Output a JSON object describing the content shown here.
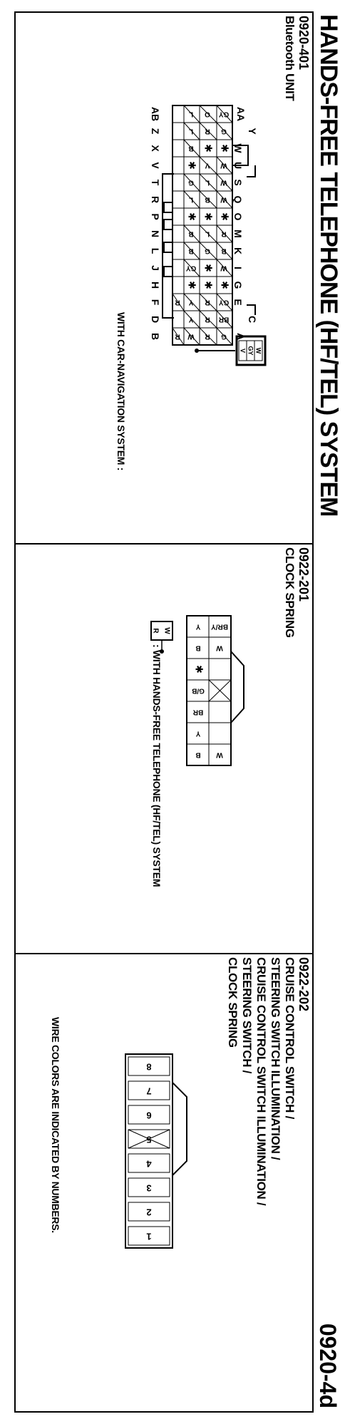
{
  "page": {
    "title": "HANDS-FREE TELEPHONE (HF/TEL) SYSTEM",
    "page_id": "0920-4d"
  },
  "connectors": [
    {
      "code": "0920-401",
      "name": "Bluetooth UNIT",
      "note": "WITH CAR-NAVIGATION SYSTEM :",
      "top_letters": [
        "AA",
        "Y",
        "W",
        "U",
        "S",
        "Q",
        "O",
        "M",
        "K",
        "I",
        "G",
        "E",
        "C",
        "A"
      ],
      "bottom_letters": [
        "AB",
        "Z",
        "X",
        "V",
        "T",
        "R",
        "P",
        "N",
        "L",
        "J",
        "H",
        "F",
        "D",
        "B"
      ],
      "top_wires": [
        "GY",
        "G",
        "*",
        "W",
        "W",
        "W",
        "*",
        "R",
        "B",
        "W",
        "*",
        "GY",
        "BR",
        "G"
      ],
      "top_stripes": [
        "",
        "",
        "",
        "",
        "",
        "",
        "",
        "",
        "",
        "",
        "",
        "",
        "",
        ""
      ],
      "upper_wires": [
        "O",
        "R",
        "*",
        "V",
        "L",
        "B",
        "*",
        "L",
        "G",
        "*",
        "*",
        "R",
        "R",
        "R"
      ],
      "lower_wires": [
        "L",
        "L",
        "B",
        "*",
        "G",
        "L",
        "*",
        "B",
        "B",
        "GY",
        "*",
        "Y",
        "Y",
        "W"
      ],
      "bottom_wires": [
        "",
        "",
        "",
        "",
        "",
        "",
        "",
        "",
        "",
        "",
        "",
        "R",
        "",
        "R"
      ],
      "inset_wires": [
        "W",
        "GY",
        "V"
      ]
    },
    {
      "code": "0922-201",
      "name": "CLOCK SPRING",
      "note": ": WITH HANDS-FREE TELEPHONE (HF/TEL) SYSTEM",
      "top_wires": [
        "BR",
        "W",
        "",
        "",
        "",
        "",
        "W"
      ],
      "top_stripes": [
        "Y",
        "",
        "",
        "",
        "",
        "",
        ""
      ],
      "bottom_wires": [
        "Y",
        "B",
        "*",
        "G",
        "BR",
        "Y",
        "B"
      ],
      "bottom_stripes": [
        "",
        "",
        "B",
        "B",
        "",
        "",
        ""
      ],
      "legend_wire": "W",
      "legend_stripe": "R"
    },
    {
      "code": "0922-202",
      "name_lines": [
        "CRUISE CONTROL SWITCH /",
        "STEERING SWITCH ILLUMINATION /",
        "CRUISE CONTROL SWITCH ILLUMINATION /",
        "STEERING SWITCH /",
        "CLOCK SPRING"
      ],
      "pin_numbers": [
        "8",
        "7",
        "6",
        "5",
        "4",
        "3",
        "2",
        "1"
      ],
      "note": "WIRE COLORS ARE INDICATED BY NUMBERS."
    }
  ]
}
